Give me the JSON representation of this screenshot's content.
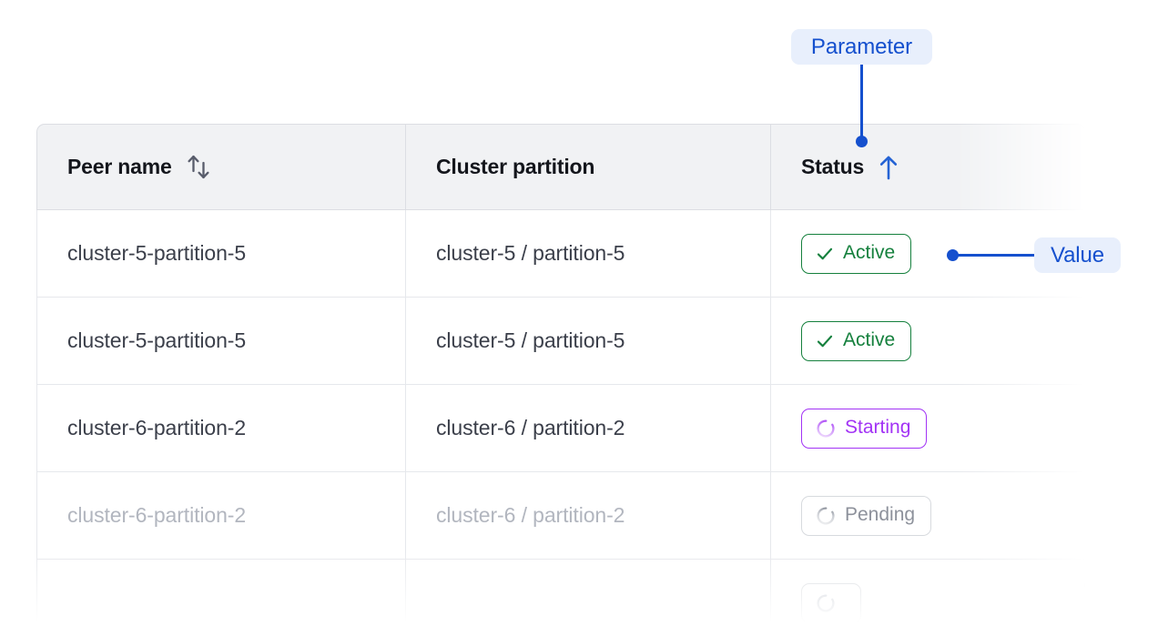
{
  "table": {
    "columns": [
      {
        "label": "Peer name",
        "sort_icon": "sort-updown-icon",
        "sort_state": "unsorted"
      },
      {
        "label": "Cluster partition",
        "sort_icon": null,
        "sort_state": "none"
      },
      {
        "label": "Status",
        "sort_icon": "arrow-up-icon",
        "sort_state": "ascending"
      }
    ],
    "rows": [
      {
        "peer_name": "cluster-5-partition-5",
        "cluster_partition": "cluster-5 / partition-5",
        "status": {
          "label": "Active",
          "icon": "check-icon",
          "variant": "active"
        },
        "muted": false
      },
      {
        "peer_name": "cluster-5-partition-5",
        "cluster_partition": "cluster-5 / partition-5",
        "status": {
          "label": "Active",
          "icon": "check-icon",
          "variant": "active"
        },
        "muted": false
      },
      {
        "peer_name": "cluster-6-partition-2",
        "cluster_partition": "cluster-6 / partition-2",
        "status": {
          "label": "Starting",
          "icon": "spinner-icon",
          "variant": "starting"
        },
        "muted": false
      },
      {
        "peer_name": "cluster-6-partition-2",
        "cluster_partition": "cluster-6 / partition-2",
        "status": {
          "label": "Pending",
          "icon": "spinner-icon",
          "variant": "pending"
        },
        "muted": true
      },
      {
        "peer_name": "",
        "cluster_partition": "",
        "status": {
          "label": "",
          "icon": "spinner-icon",
          "variant": "pending"
        },
        "muted": true
      }
    ]
  },
  "annotations": [
    {
      "id": "parameter",
      "label": "Parameter",
      "points_to": "status-column-header"
    },
    {
      "id": "value",
      "label": "Value",
      "points_to": "status-badge-row-1"
    }
  ],
  "colors": {
    "annotation_text": "#1550ce",
    "annotation_bg": "#e8effc",
    "annotation_line": "#1550ce",
    "header_bg": "#f1f2f4",
    "header_text": "#14161c",
    "cell_text": "#3b3f4a",
    "cell_text_muted": "#b2b6bf",
    "border": "#e6e8ec",
    "status_active": "#15803d",
    "status_starting": "#a233f5",
    "status_pending": "#8d919b",
    "sort_icon_inactive": "#585c6b",
    "sort_icon_active": "#2563d4"
  }
}
